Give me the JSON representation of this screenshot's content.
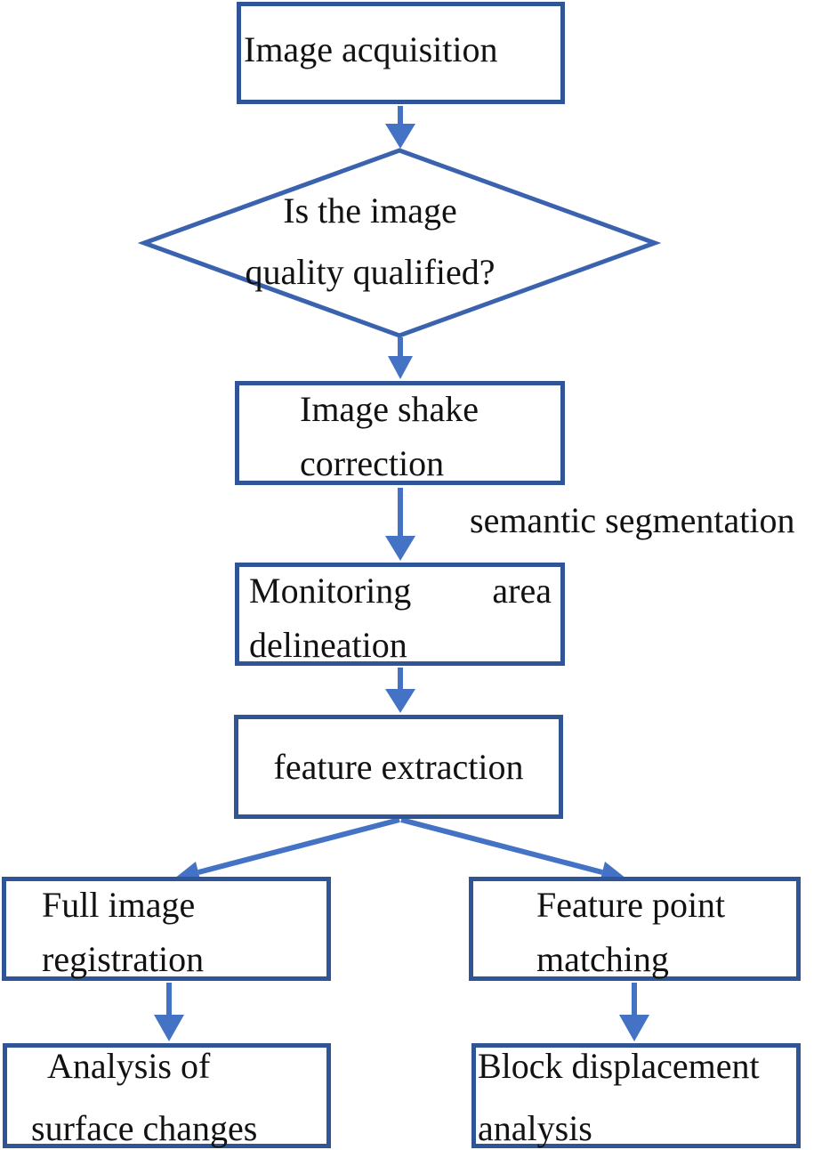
{
  "diagram_type": "flowchart",
  "colors": {
    "box_border": "#2f5597",
    "diamond_border": "#3a62ae",
    "arrow": "#4472c4",
    "text": "#121212",
    "background": "#ffffff"
  },
  "nodes": {
    "image_acquisition": {
      "label": "Image acquisition"
    },
    "quality_check": {
      "line1": "Is the image",
      "line2": "quality qualified?"
    },
    "shake_correction": {
      "line1": "Image shake",
      "line2": "correction"
    },
    "monitoring_area": {
      "line1_left": "Monitoring",
      "line1_right": "area",
      "line2": "delineation"
    },
    "feature_extraction": {
      "label": "feature extraction"
    },
    "full_image_registration": {
      "line1": "Full image",
      "line2": "registration"
    },
    "feature_point_matching": {
      "line1": "Feature point",
      "line2": "matching"
    },
    "analysis_surface_changes": {
      "line1": "Analysis of",
      "line2": "surface changes"
    },
    "block_displacement_analysis": {
      "line1": "Block displacement",
      "line2": "analysis"
    }
  },
  "edge_label": {
    "text": "semantic segmentation"
  }
}
